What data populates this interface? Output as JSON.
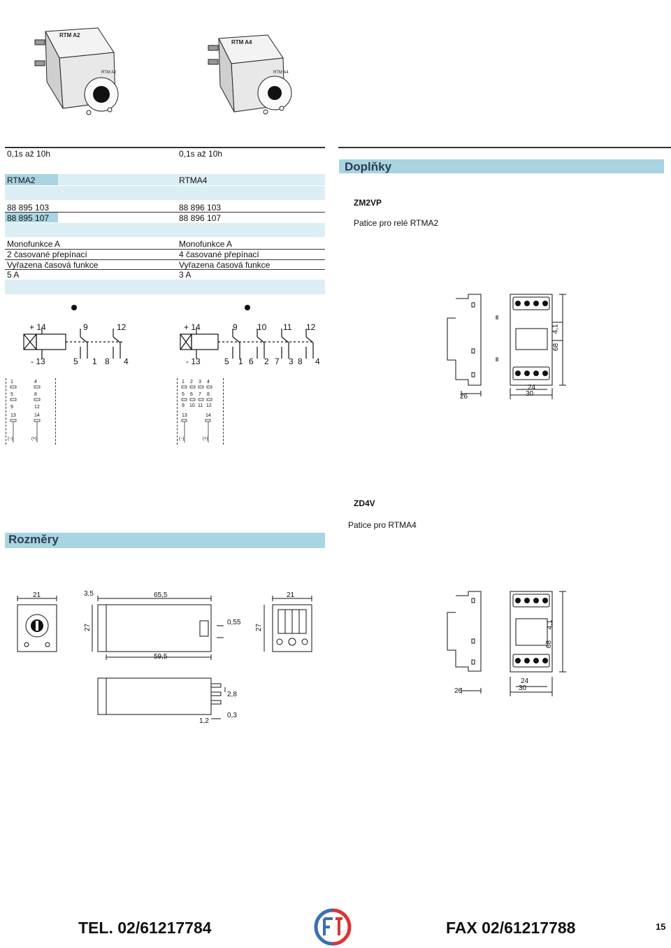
{
  "col1": {
    "range": "0,1s až 10h",
    "model": "RTMA2",
    "codes": [
      "88 895 103",
      "88 895 107"
    ],
    "specs": [
      "Monofunkce A",
      "2 časované přepínací",
      "Vyřazena časová funkce",
      "5 A"
    ],
    "terminals_top": [
      "+ 14",
      "9",
      "12"
    ],
    "terminals_bottom": [
      "- 13",
      "5",
      "1",
      "8",
      "4"
    ],
    "base_grid": [
      "1",
      "4",
      "5",
      "8",
      "9",
      "12",
      "13",
      "14"
    ]
  },
  "col2": {
    "range": "0,1s až 10h",
    "model": "RTMA4",
    "codes": [
      "88 896 103",
      "88 896 107"
    ],
    "specs": [
      "Monofunkce A",
      "4 časované přepínací",
      "Vyřazena časová funkce",
      "3 A"
    ],
    "terminals_top": [
      "+ 14",
      "9",
      "10",
      "11",
      "12"
    ],
    "terminals_bottom": [
      "- 13",
      "5",
      "1",
      "6",
      "2",
      "7",
      "3",
      "8",
      "4"
    ],
    "base_grid": [
      "1",
      "2",
      "3",
      "4",
      "5",
      "6",
      "7",
      "8",
      "9",
      "10",
      "11",
      "12",
      "13",
      "14"
    ]
  },
  "accessories": {
    "title": "Doplňky",
    "items": [
      {
        "code": "ZM2VP",
        "desc": "Patice pro relé RTMA2"
      },
      {
        "code": "ZD4V",
        "desc": "Patice pro RTMA4"
      }
    ]
  },
  "socket_dims": [
    "26",
    "24",
    "30",
    "68",
    "4,1"
  ],
  "dimensions": {
    "title": "Rozměry",
    "labels": [
      "21",
      "3,5",
      "65,5",
      "21",
      "27",
      "0,55",
      "27",
      "59,5",
      "2,8",
      "1,2",
      "0,3"
    ]
  },
  "footer": {
    "tel": "TEL. 02/61217784",
    "fax": "FAX 02/61217788",
    "page": "15"
  }
}
